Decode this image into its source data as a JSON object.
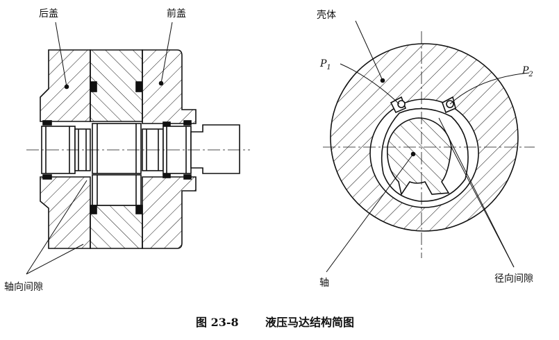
{
  "labels": {
    "rear_cover": "后盖",
    "front_cover": "前盖",
    "housing": "壳体",
    "p1": "P",
    "p1_sub": "1",
    "p2": "P",
    "p2_sub": "2",
    "axial_gap": "轴向间隙",
    "shaft": "轴",
    "radial_gap": "径向间隙"
  },
  "caption": {
    "number": "图 23-8",
    "title": "液压马达结构简图"
  },
  "colors": {
    "line": "#111111",
    "background": "#ffffff"
  }
}
